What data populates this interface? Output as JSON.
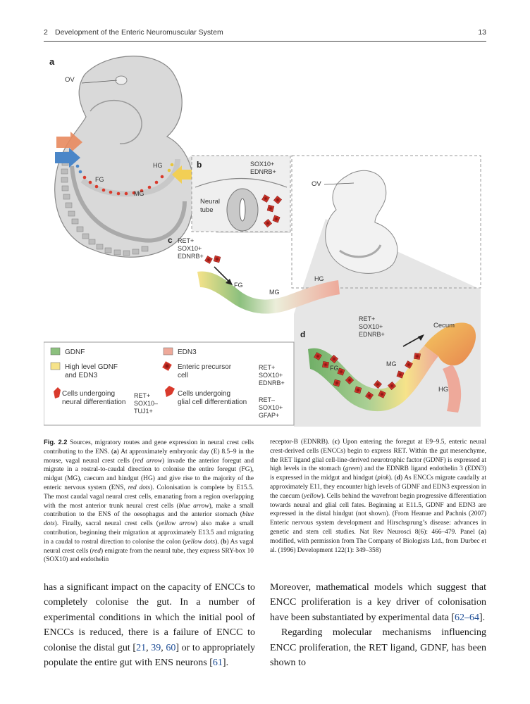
{
  "header": {
    "chapter_number": "2",
    "chapter_title": "Development of the Enteric Neuromuscular System",
    "page_number": "13"
  },
  "figure": {
    "panel_a": "a",
    "panel_b": "b",
    "panel_c": "c",
    "panel_d": "d",
    "ov": "OV",
    "ov2": "OV",
    "fg": "FG",
    "mg": "MG",
    "hg": "HG",
    "b_sox10": "SOX10+",
    "b_ednrb": "EDNRB+",
    "b_neural": "Neural",
    "b_tube": "tube",
    "c_ret": "RET+",
    "c_sox10": "SOX10+",
    "c_ednrb": "EDNRB+",
    "c_fg": "FG",
    "c_mg": "MG",
    "c_hg": "HG",
    "d_ret": "RET+",
    "d_sox10": "SOX10+",
    "d_ednrb": "EDNRB+",
    "d_cecum": "Cecum",
    "d_fg": "FG",
    "d_mg": "MG",
    "d_hg": "HG",
    "legend": {
      "gdnf": "GDNF",
      "edn3": "EDN3",
      "high1": "High level GDNF",
      "high2": "and EDN3",
      "enteric1": "Enteric precursor",
      "enteric2": "cell",
      "ret_a": "RET+",
      "sox_a": "SOX10+",
      "ednrb_a": "EDNRB+",
      "neural1": "Cells undergoing",
      "neural2": "neural differentiation",
      "ret_b": "RET+",
      "sox_b": "SOX10–",
      "tuj_b": "TUJ1+",
      "glial1": "Cells undergoing",
      "glial2": "glial cell differentiation",
      "ret_c": "RET–",
      "sox_c": "SOX10+",
      "gfap_c": "GFAP+"
    },
    "colors": {
      "gdnf_green": "#8cc07e",
      "edn3_pink": "#eea99a",
      "high_yellow": "#f6e38a",
      "vagal_red": "#d93a2c",
      "blue_arrow": "#4a86c8",
      "embryo_gray": "#d9d9d9"
    }
  },
  "caption": {
    "left": [
      "Fig. 2.2",
      " Sources, migratory routes and gene expression in neural crest cells contributing to the ENS. (",
      "a",
      ") At approximately embryonic day (E) 8.5–9 in the mouse, vagal neural crest cells (",
      "red arrow",
      ") invade the anterior foregut and migrate in a rostral-to-caudal direction to colonise the entire foregut (FG), midgut (MG), caecum and hindgut (HG) and give rise to the majority of the enteric nervous system (ENS, ",
      "red dots",
      "). Colonisation is complete by E15.5. The most caudal vagal neural crest cells, emanating from a region overlapping with the most anterior trunk neural crest cells (",
      "blue arrow",
      "), make a small contribution to the ENS of the oesophagus and the anterior stomach (",
      "blue dots",
      "). Finally, sacral neural crest cells (",
      "yellow arrow",
      ") also make a small contribution, beginning their migration at approximately E13.5 and migrating in a caudal to rostral direction to colonise the colon (",
      "yellow dots",
      "). (",
      "b",
      ") As vagal neural crest cells (",
      "red",
      ") emigrate from the neural tube, they express SRY-box 10 (SOX10) and endothelin"
    ],
    "right": [
      "receptor-B (EDNRB). (",
      "c",
      ") Upon entering the foregut at E9–9.5, enteric neural crest-derived cells (ENCCs) begin to express RET. Within the gut mesenchyme, the RET ligand glial cell-line-derived neurotrophic factor (GDNF) is expressed at high levels in the stomach (",
      "green",
      ") and the EDNRB ligand endothelin 3 (EDN3) is expressed in the midgut and hindgut (",
      "pink",
      "). (",
      "d",
      ") As ENCCs migrate caudally at approximately E11, they encounter high levels of GDNF and EDN3 expression in the caecum (",
      "yellow",
      "). Cells behind the wavefront begin progressive differentiation towards neural and glial cell fates. Beginning at E11.5, GDNF and EDN3 are expressed in the distal hindgut (not shown). (From Heanue and Pachnis (2007) Enteric nervous system development and Hirschsprung’s disease: advances in genetic and stem cell studies. Nat Rev Neurosci 8(6): 466–479. Panel (",
      "a",
      ") modified, with permission from The Company of Biologists Ltd., from Durbec et al. (1996) Development 122(1): 349–358)"
    ]
  },
  "body": {
    "left": [
      "has a significant impact on the capacity of ENCCs to completely colonise the gut. In a number of experimental conditions in which the initial pool of ENCCs is reduced, there is a failure of ENCC to colonise the distal gut [",
      "21",
      ", ",
      "39",
      ", ",
      "60",
      "] or to appropriately populate the entire gut with ENS neurons [",
      "61",
      "]."
    ],
    "right": [
      "Moreover, mathematical models which suggest that ENCC proliferation is a key driver of colonisation have been substantiated by experimental data [",
      "62–64",
      "].",
      "Regarding molecular mechanisms influencing ENCC proliferation, the RET ligand, GDNF, has been shown to"
    ]
  }
}
